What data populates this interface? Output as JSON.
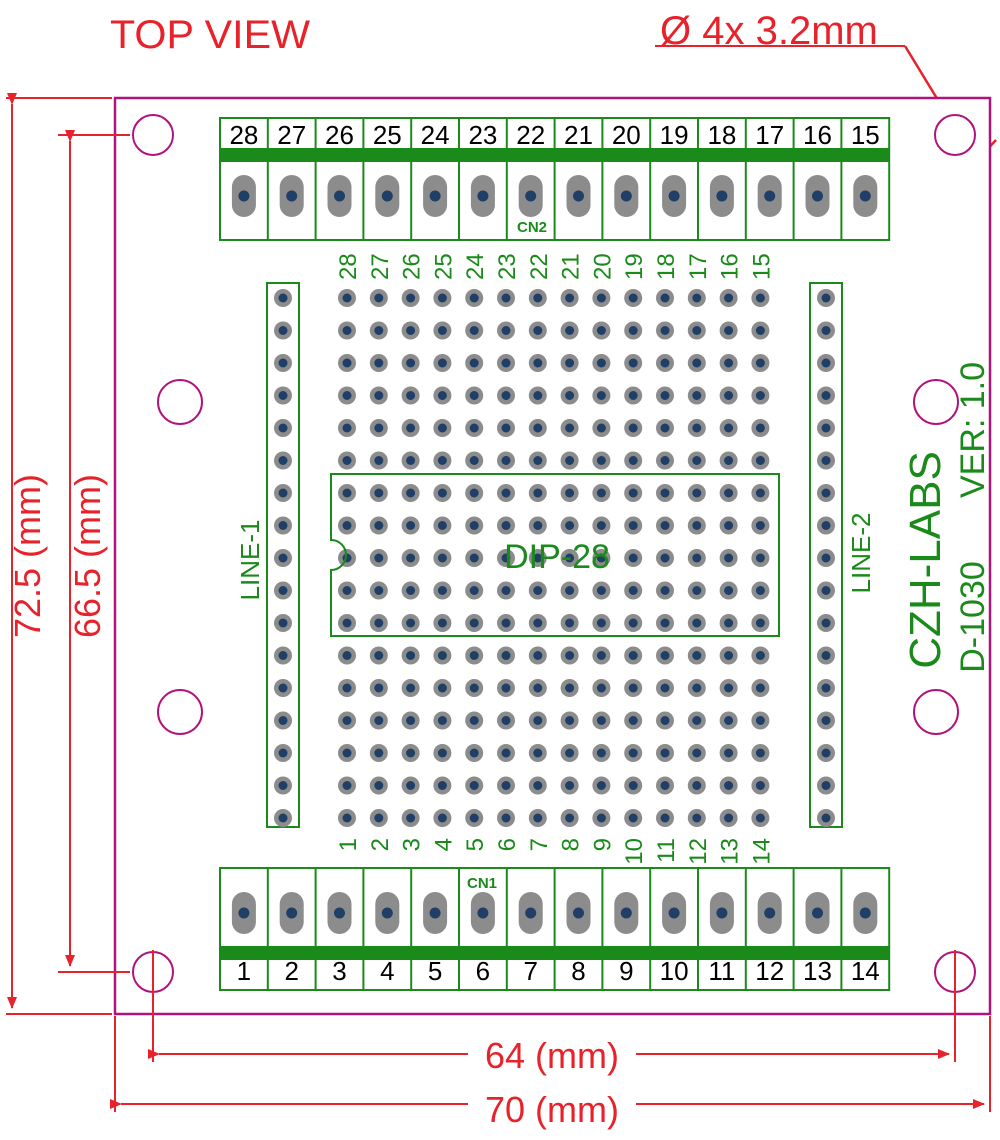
{
  "labels": {
    "top_view": "TOP VIEW",
    "hole_spec": "Ø 4x  3.2mm",
    "dim_height_outer": "72.5 (mm)",
    "dim_height_inner": "66.5 (mm)",
    "dim_width_inner": "64 (mm)",
    "dim_width_outer": "70 (mm)",
    "brand": "CZH-LABS",
    "model": "D-1030",
    "version": "VER: 1.0",
    "chip": "DIP-28",
    "line1": "LINE-1",
    "line2": "LINE-2",
    "cn1": "CN1",
    "cn2": "CN2"
  },
  "top_terminal_numbers": [
    "28",
    "27",
    "26",
    "25",
    "24",
    "23",
    "22",
    "21",
    "20",
    "19",
    "18",
    "17",
    "16",
    "15"
  ],
  "bottom_terminal_numbers": [
    "1",
    "2",
    "3",
    "4",
    "5",
    "6",
    "7",
    "8",
    "9",
    "10",
    "11",
    "12",
    "13",
    "14"
  ],
  "grid_top_labels": [
    "28",
    "27",
    "26",
    "25",
    "24",
    "23",
    "22",
    "21",
    "20",
    "19",
    "18",
    "17",
    "16",
    "15"
  ],
  "grid_bottom_labels": [
    "1",
    "2",
    "3",
    "4",
    "5",
    "6",
    "7",
    "8",
    "9",
    "10",
    "11",
    "12",
    "13",
    "14"
  ],
  "colors": {
    "dimension": "#e8222a",
    "silkscreen": "#1a8a1a",
    "board_outline": "#b0137a",
    "pad": "#8c8c8c",
    "hole": "#1f3f66"
  }
}
